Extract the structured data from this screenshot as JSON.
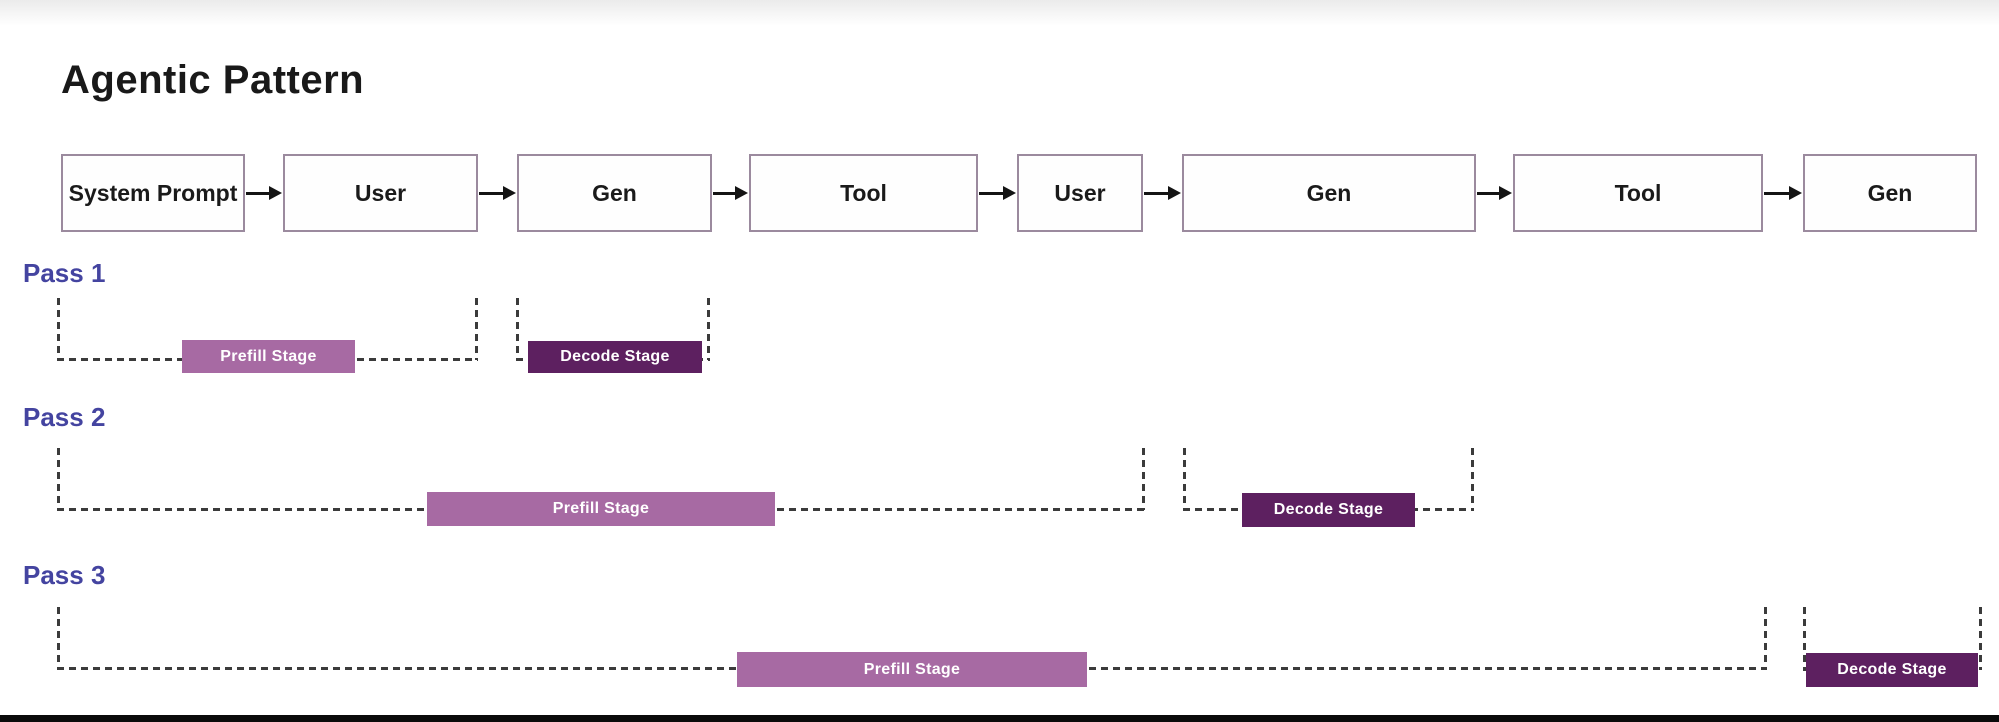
{
  "title": "Agentic Pattern",
  "flow": {
    "boxes": [
      {
        "label": "System Prompt"
      },
      {
        "label": "User"
      },
      {
        "label": "Gen"
      },
      {
        "label": "Tool"
      },
      {
        "label": "User"
      },
      {
        "label": "Gen"
      },
      {
        "label": "Tool"
      },
      {
        "label": "Gen"
      }
    ]
  },
  "passes": [
    {
      "label": "Pass 1",
      "prefill": "Prefill Stage",
      "decode": "Decode Stage"
    },
    {
      "label": "Pass 2",
      "prefill": "Prefill Stage",
      "decode": "Decode Stage"
    },
    {
      "label": "Pass 3",
      "prefill": "Prefill Stage",
      "decode": "Decode Stage"
    }
  ],
  "colors": {
    "prefill": "#a76aa3",
    "decode": "#5d2060",
    "pass_label": "#4444a0",
    "box_border": "#9b8a9e",
    "dash": "#3b3b3b",
    "arrow": "#141414",
    "bottom_bar": "#0a0a0a"
  }
}
